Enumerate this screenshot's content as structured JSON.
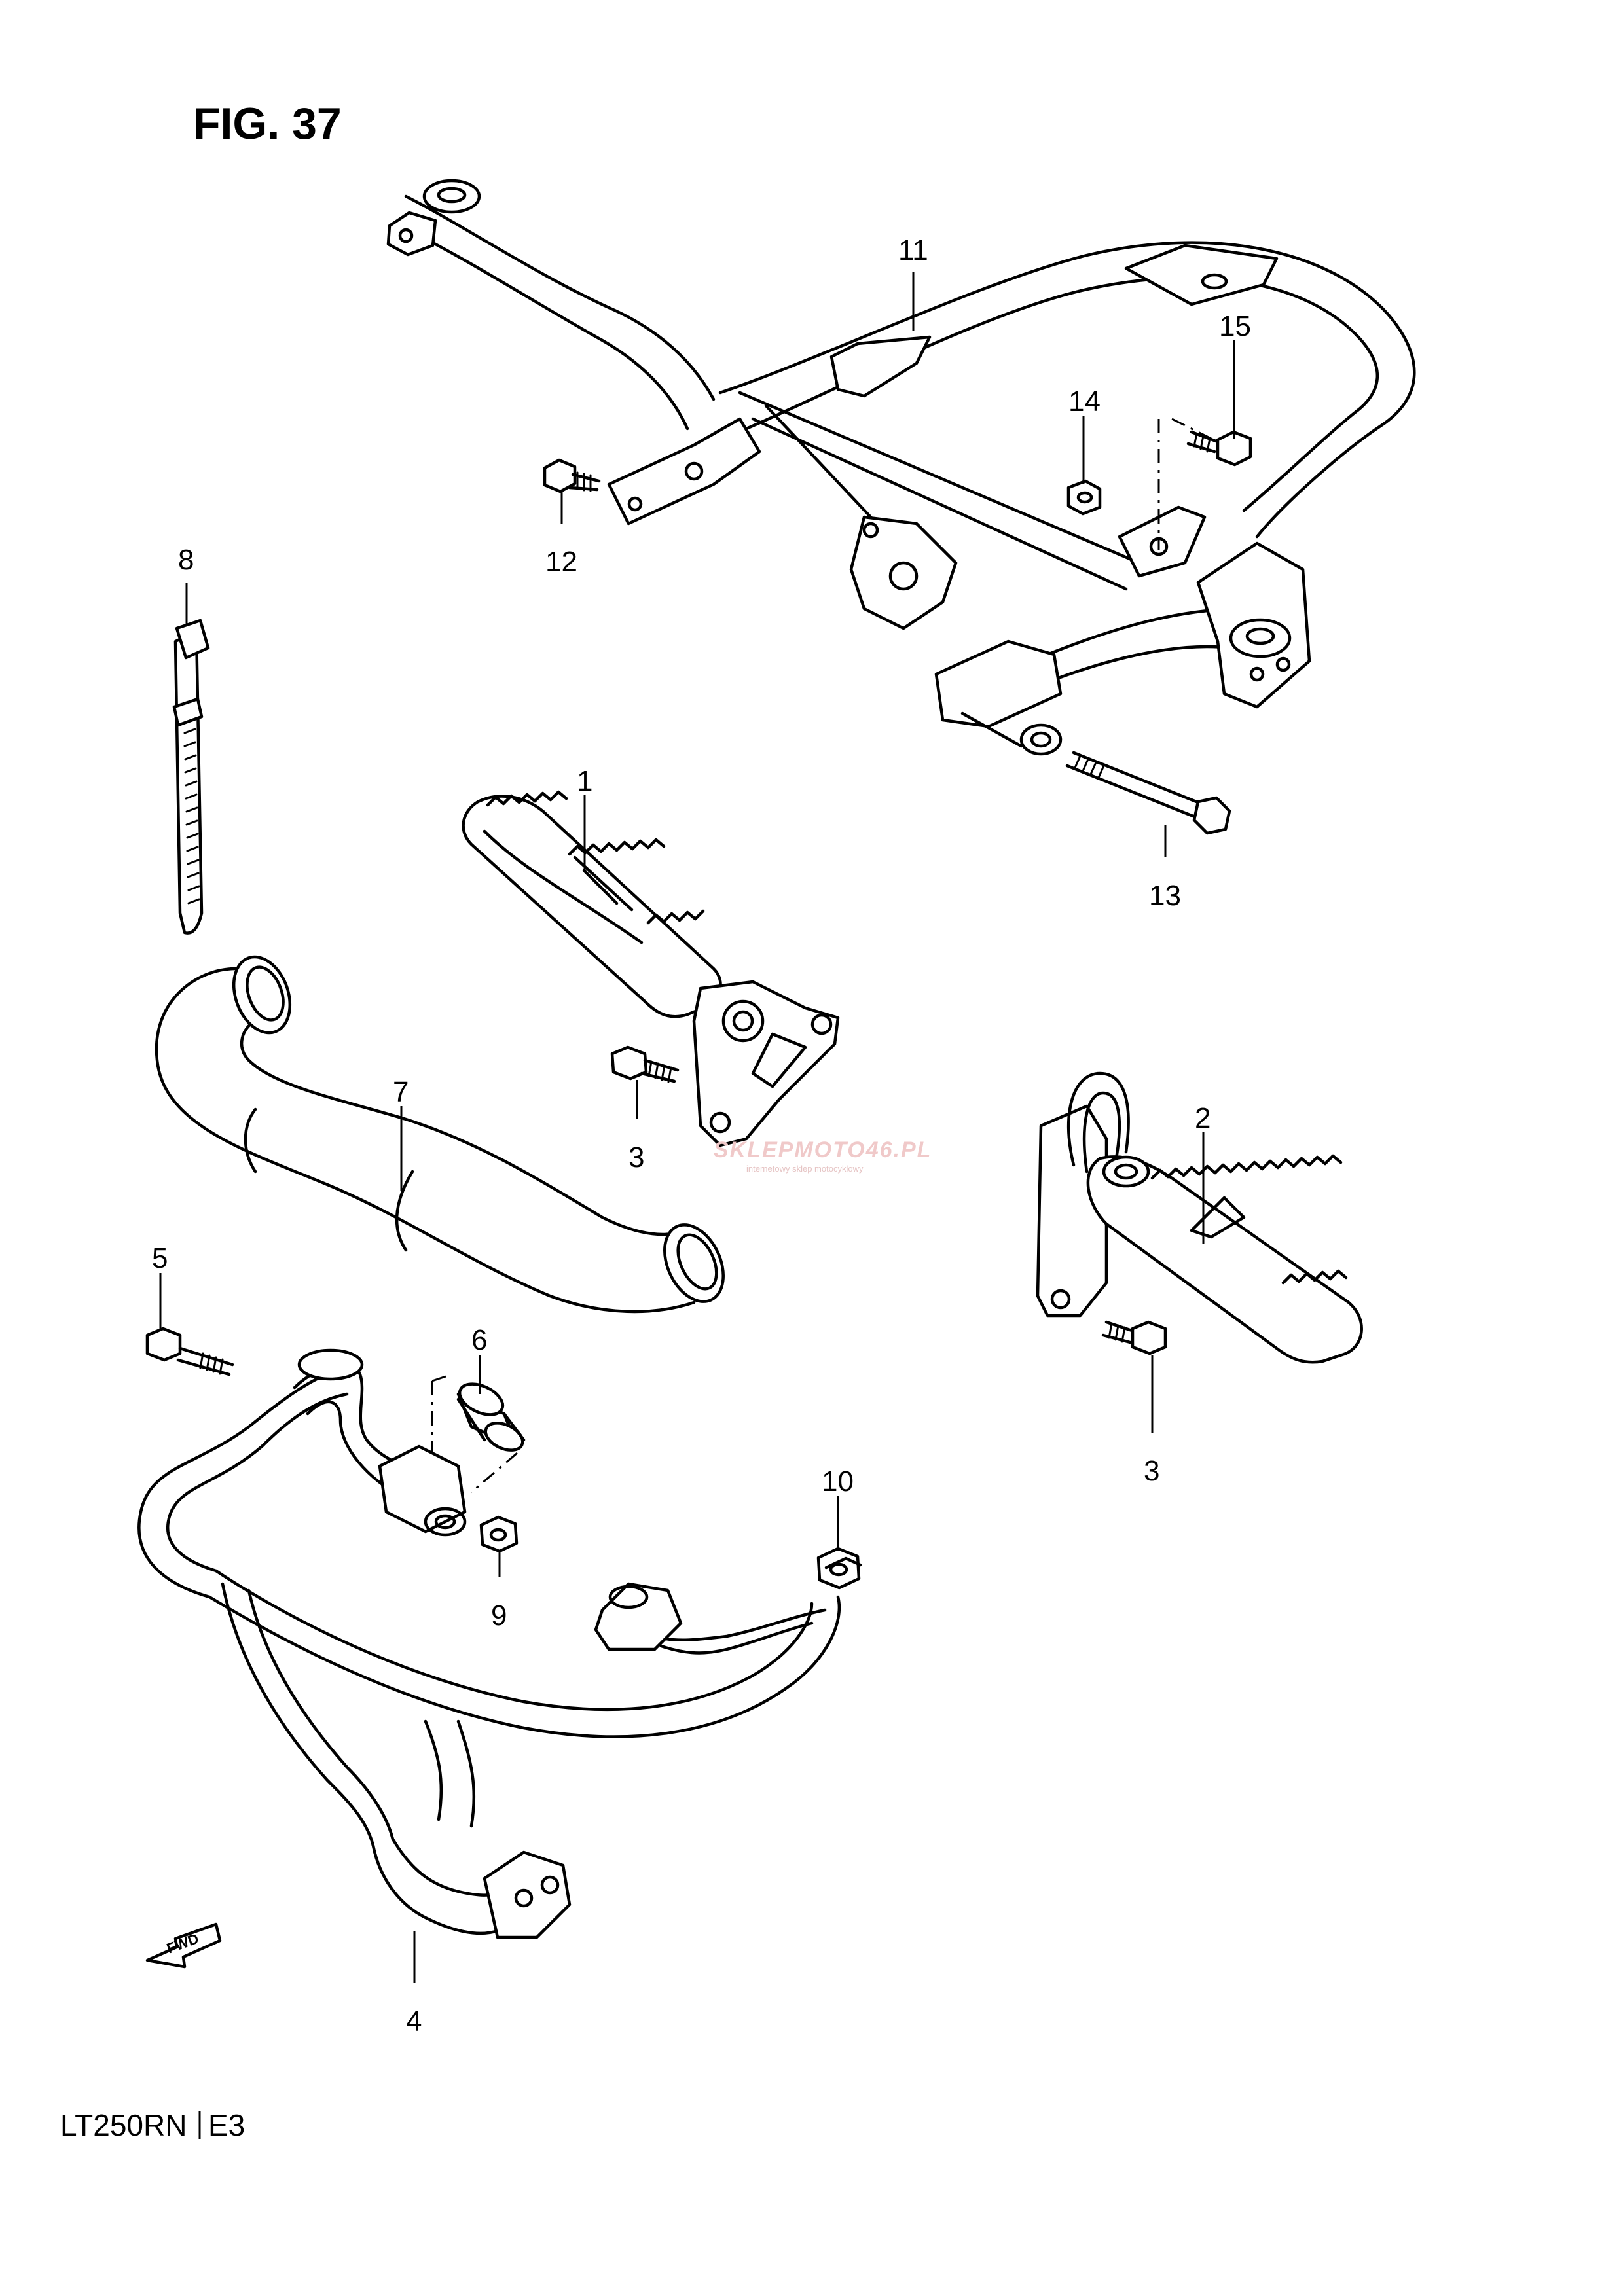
{
  "figure_title": "FIG. 37",
  "model_code": "LT250RN",
  "region_code": "E3",
  "direction_indicator": "FWD",
  "watermark": {
    "brand": "SKLEPMOTO46.PL",
    "tagline": "internetowy sklep motocyklowy"
  },
  "callouts": {
    "c1": "1",
    "c2": "2",
    "c3a": "3",
    "c3b": "3",
    "c4": "4",
    "c5": "5",
    "c6": "6",
    "c7": "7",
    "c8": "8",
    "c9": "9",
    "c10": "10",
    "c11": "11",
    "c12": "12",
    "c13": "13",
    "c14": "14",
    "c15": "15"
  }
}
